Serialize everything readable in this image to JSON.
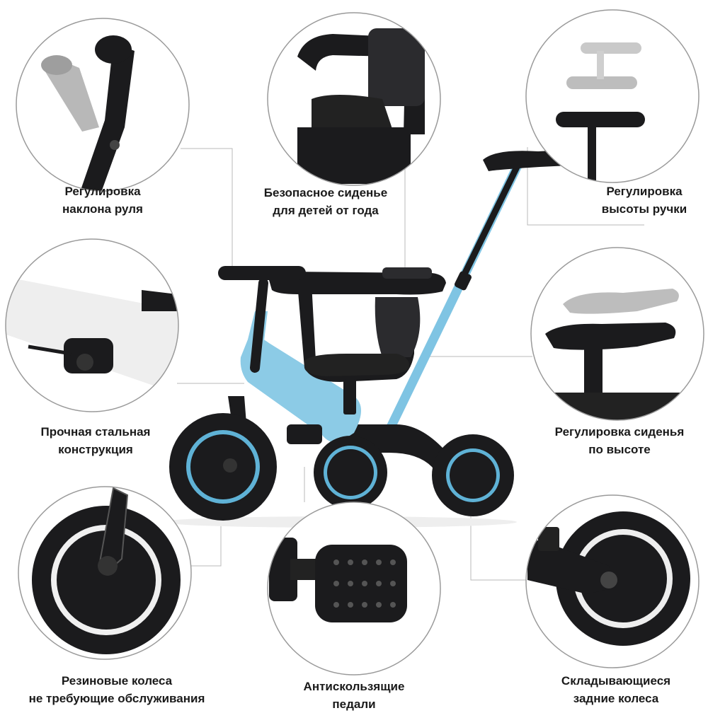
{
  "colors": {
    "frame_blue": "#8ccbe6",
    "frame_blue_dark": "#5fb2d6",
    "black": "#1b1b1d",
    "dark_grey": "#2b2b2e",
    "circle_border": "#9a9a9a",
    "connector": "#b9b9b9",
    "label_text": "#1a1a1a"
  },
  "features": [
    {
      "id": "handlebar-tilt",
      "line1": "Регулировка",
      "line2": "наклона руля"
    },
    {
      "id": "safe-seat",
      "line1": "Безопасное сиденье",
      "line2": "для детей от года"
    },
    {
      "id": "handle-height",
      "line1": "Регулировка",
      "line2": "высоты ручки"
    },
    {
      "id": "steel-frame",
      "line1": "Прочная стальная",
      "line2": "конструкция"
    },
    {
      "id": "seat-height",
      "line1": "Регулировка сиденья",
      "line2": "по высоте"
    },
    {
      "id": "rubber-wheels",
      "line1": "Резиновые колеса",
      "line2": "не требующие обслуживания"
    },
    {
      "id": "anti-slip-pedals",
      "line1": "Антискользящие",
      "line2": "педали"
    },
    {
      "id": "folding-wheels",
      "line1": "Складывающиеся",
      "line2": "задние колеса"
    }
  ],
  "icons": {
    "tricycle": "tricycle-illustration",
    "handlebar_detail": "handlebar-hinge-icon",
    "seat_detail": "safety-seat-icon",
    "handle_detail": "push-handle-icon",
    "frame_detail": "frame-clamp-icon",
    "seat_height_detail": "seat-post-icon",
    "wheel_detail": "rubber-wheel-icon",
    "pedal_detail": "pedal-icon",
    "fold_detail": "folding-wheel-icon"
  }
}
